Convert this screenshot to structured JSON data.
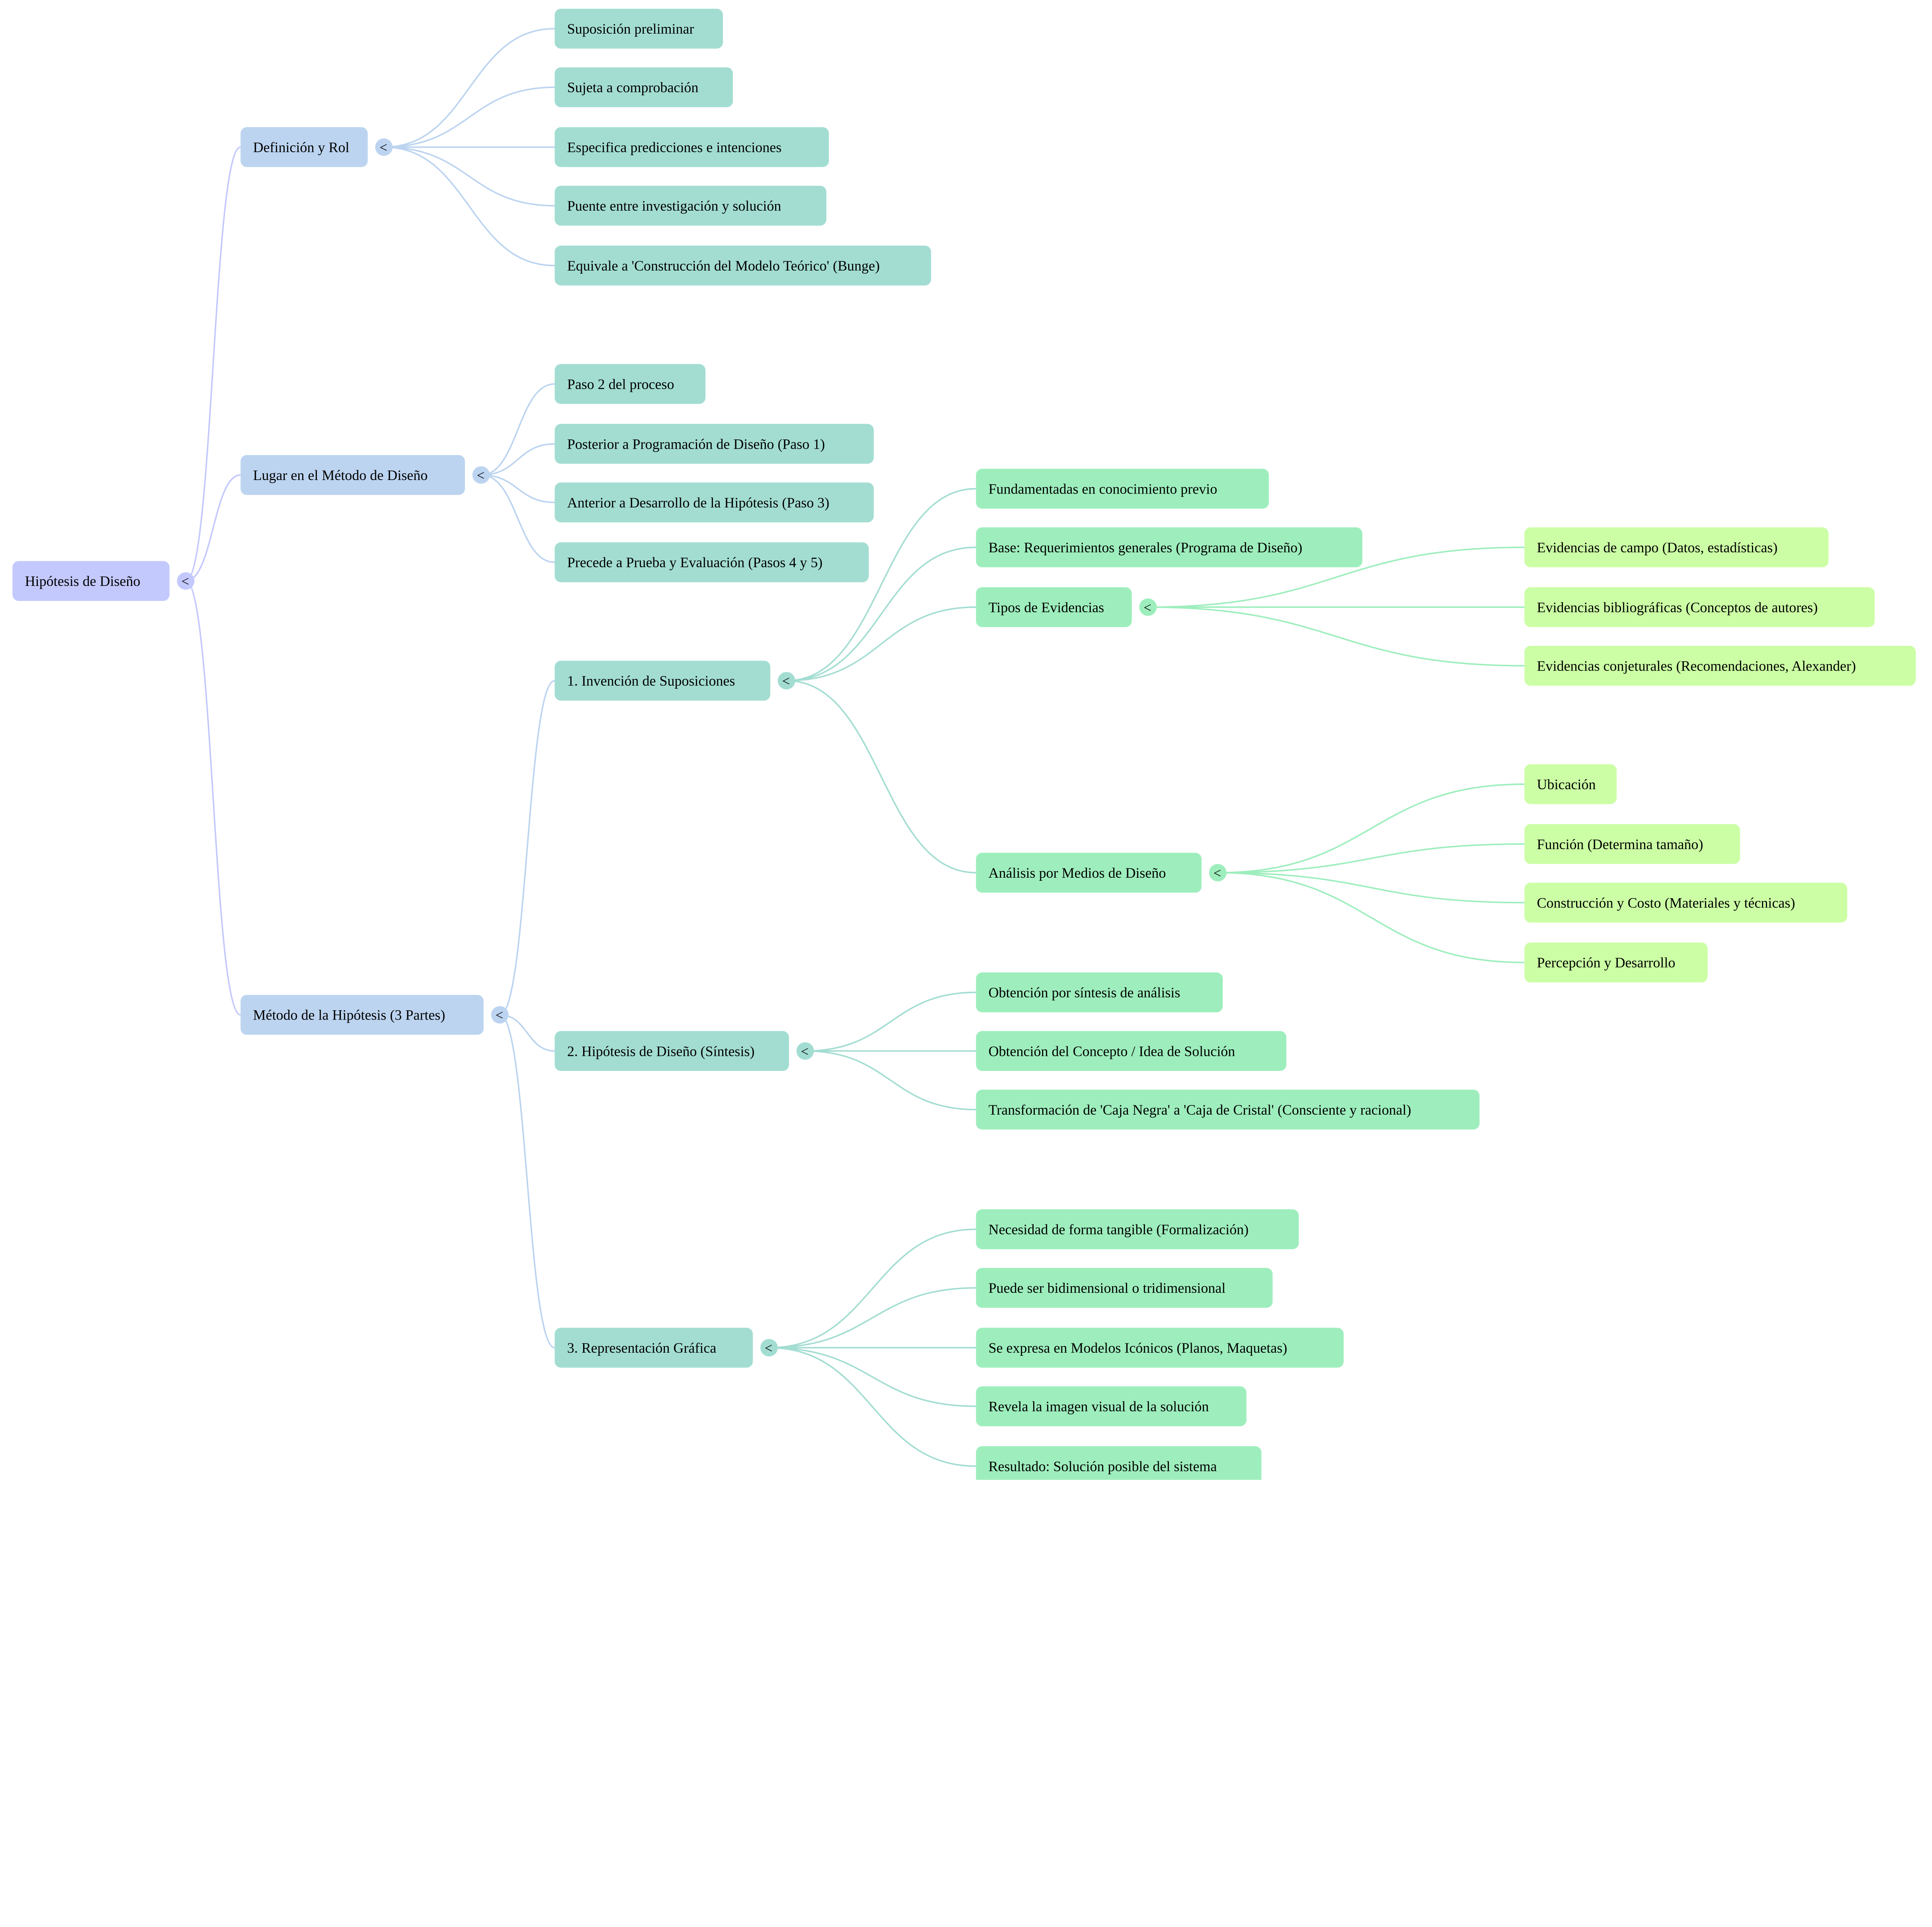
{
  "title": "Hipótesis de Diseño",
  "toggle_symbol": "<",
  "colors": {
    "node_by_depth": [
      "#c4c9fd",
      "#bcd4f0",
      "#a3ddd2",
      "#9eeebd",
      "#ccfea5"
    ],
    "edge_by_depth": [
      "#c4c9fd",
      "#bcd4f0",
      "#a3ddd2",
      "#9eeebd"
    ]
  },
  "root": {
    "label": "Hipótesis de Diseño",
    "children": [
      {
        "label": "Definición y Rol",
        "children": [
          {
            "label": "Suposición preliminar"
          },
          {
            "label": "Sujeta a comprobación"
          },
          {
            "label": "Especifica predicciones e intenciones"
          },
          {
            "label": "Puente entre investigación y solución"
          },
          {
            "label": "Equivale a 'Construcción del Modelo Teórico' (Bunge)"
          }
        ]
      },
      {
        "label": "Lugar en el Método de Diseño",
        "children": [
          {
            "label": "Paso 2 del proceso"
          },
          {
            "label": "Posterior a Programación de Diseño (Paso 1)"
          },
          {
            "label": "Anterior a Desarrollo de la Hipótesis (Paso 3)"
          },
          {
            "label": "Precede a Prueba y Evaluación (Pasos 4 y 5)"
          }
        ]
      },
      {
        "label": "Método de la Hipótesis (3 Partes)",
        "children": [
          {
            "label": "1. Invención de Suposiciones",
            "children": [
              {
                "label": "Fundamentadas en conocimiento previo"
              },
              {
                "label": "Base: Requerimientos generales (Programa de Diseño)"
              },
              {
                "label": "Tipos de Evidencias",
                "children": [
                  {
                    "label": "Evidencias de campo (Datos, estadísticas)"
                  },
                  {
                    "label": "Evidencias bibliográficas (Conceptos de autores)"
                  },
                  {
                    "label": "Evidencias conjeturales (Recomendaciones, Alexander)"
                  }
                ]
              },
              {
                "label": "Análisis por Medios de Diseño",
                "children": [
                  {
                    "label": "Ubicación"
                  },
                  {
                    "label": "Función (Determina tamaño)"
                  },
                  {
                    "label": "Construcción y Costo (Materiales y técnicas)"
                  },
                  {
                    "label": "Percepción y Desarrollo"
                  }
                ]
              }
            ]
          },
          {
            "label": "2. Hipótesis de Diseño (Síntesis)",
            "children": [
              {
                "label": "Obtención por síntesis de análisis"
              },
              {
                "label": "Obtención del Concepto / Idea de Solución"
              },
              {
                "label": "Transformación de 'Caja Negra' a 'Caja de Cristal' (Consciente y racional)"
              }
            ]
          },
          {
            "label": "3. Representación Gráfica",
            "children": [
              {
                "label": "Necesidad de forma tangible (Formalización)"
              },
              {
                "label": "Puede ser bidimensional o tridimensional"
              },
              {
                "label": "Se expresa en Modelos Icónicos (Planos, Maquetas)"
              },
              {
                "label": "Revela la imagen visual de la solución"
              },
              {
                "label": "Resultado: Solución posible del sistema"
              }
            ]
          }
        ]
      }
    ]
  }
}
